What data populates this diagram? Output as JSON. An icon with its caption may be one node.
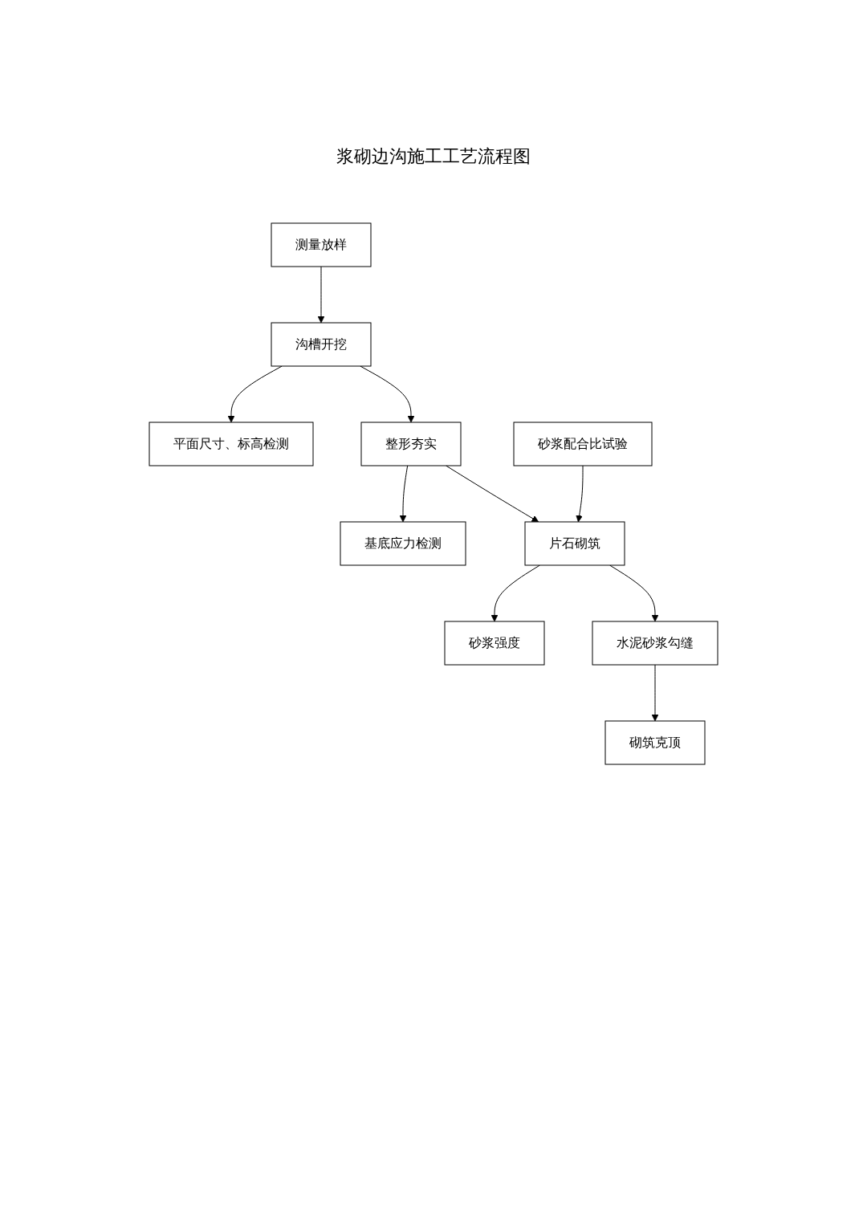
{
  "diagram": {
    "title": "浆砌边沟施工工艺流程图",
    "nodes": [
      {
        "text": [
          "测量放样"
        ]
      },
      {
        "text": [
          "沟槽开挖"
        ]
      },
      {
        "text": [
          "平面尺寸、标高检测"
        ]
      },
      {
        "text": [
          "整形夯实"
        ]
      },
      {
        "text": [
          "基底应力检测"
        ]
      },
      {
        "text": [
          "砂浆强度"
        ]
      },
      {
        "text": [
          "片石砌筑"
        ]
      },
      {
        "text": [
          "砂浆配合比试验"
        ]
      },
      {
        "text": [
          "水泥砂浆勾缝"
        ]
      },
      {
        "text": [
          "砌筑克顶"
        ]
      }
    ],
    "edges": [
      {
        "from": 0,
        "to": 1,
        "arrow": "to"
      },
      {
        "from": 1,
        "to": 2,
        "arrow": "to"
      },
      {
        "from": 1,
        "to": 3,
        "arrow": "to"
      },
      {
        "from": 3,
        "to": 4,
        "arrow": "to"
      },
      {
        "from": 3,
        "to": 6,
        "arrow": "to"
      },
      {
        "from": 6,
        "to": 5,
        "arrow": "to"
      },
      {
        "from": 7,
        "to": 6,
        "arrow": "to"
      },
      {
        "from": 6,
        "to": 8,
        "arrow": "to"
      },
      {
        "from": 8,
        "to": 9,
        "arrow": "to"
      }
    ]
  }
}
